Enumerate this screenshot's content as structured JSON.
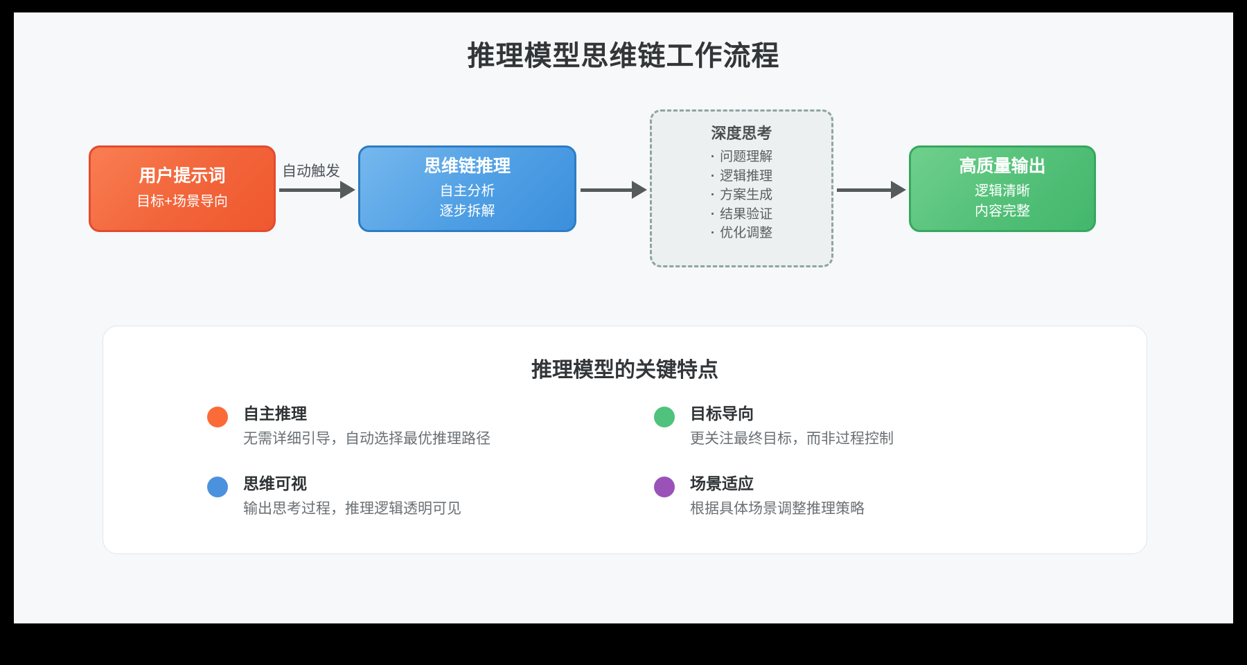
{
  "page": {
    "title": "推理模型思维链工作流程",
    "background": "#F6F8FA"
  },
  "flow": {
    "nodes": [
      {
        "id": "prompt",
        "title": "用户提示词",
        "subtitle": "目标+场景导向",
        "color": "#F2643A",
        "border": "#E24B30"
      },
      {
        "id": "cot",
        "title": "思维链推理",
        "sub1": "自主分析",
        "sub2": "逐步拆解",
        "color": "#4F9FE4",
        "border": "#2D7CC4"
      },
      {
        "id": "output",
        "title": "高质量输出",
        "sub1": "逻辑清晰",
        "sub2": "内容完整",
        "color": "#53C078",
        "border": "#37A75E"
      }
    ],
    "thinking": {
      "title": "深度思考",
      "items": [
        "问题理解",
        "逻辑推理",
        "方案生成",
        "结果验证",
        "优化调整"
      ],
      "fill": "#ECF0F0",
      "border": "#8FA3A3"
    },
    "arrow_label": "自动触发",
    "arrow_color": "#555A5C"
  },
  "features": {
    "title": "推理模型的关键特点",
    "items": [
      {
        "name": "自主推理",
        "desc": "无需详细引导，自动选择最优推理路径",
        "color": "#FA6B38"
      },
      {
        "name": "目标导向",
        "desc": "更关注最终目标，而非过程控制",
        "color": "#4FC27C"
      },
      {
        "name": "思维可视",
        "desc": "输出思考过程，推理逻辑透明可见",
        "color": "#4B92DE"
      },
      {
        "name": "场景适应",
        "desc": "根据具体场景调整推理策略",
        "color": "#9B52B8"
      }
    ]
  }
}
